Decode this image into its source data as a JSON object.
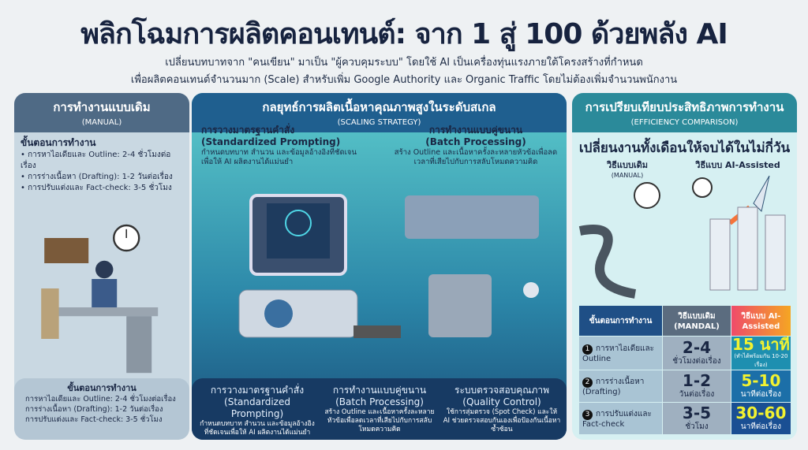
{
  "header": {
    "title": "พลิกโฉมการผลิตคอนเทนต์: จาก 1 สู่ 100 ด้วยพลัง AI",
    "subtitle_1": "เปลี่ยนบทบาทจาก \"คนเขียน\" มาเป็น \"ผู้ควบคุมระบบ\" โดยใช้ AI เป็นเครื่องทุ่นแรงภายใต้โครงสร้างที่กำหนด",
    "subtitle_2": "เพื่อผลิตคอนเทนต์จำนวนมาก (Scale) สำหรับเพิ่ม Google Authority และ Organic Traffic โดยไม่ต้องเพิ่มจำนวนพนักงาน"
  },
  "left": {
    "title": "การทำงานแบบเดิม",
    "subtitle": "(MANUAL)",
    "steps_title": "ขั้นตอนการทำงาน",
    "steps": [
      "• การหาไอเดียและ Outline: 2-4 ชั่วโมงต่อเรื่อง",
      "• การร่างเนื้อหา (Drafting): 1-2 วันต่อเรื่อง",
      "• การปรับแต่งและ Fact-check: 3-5 ชั่วโมง"
    ],
    "bottom_title": "ขั้นตอนการทำงาน",
    "bottom_steps": [
      "การหาไอเดียและ Outline: 2-4 ชั่วโมงต่อเรื่อง",
      "การร่างเนื้อหา (Drafting): 1-2 วันต่อเรื่อง",
      "การปรับแต่งและ Fact-check: 3-5 ชั่วโมง"
    ]
  },
  "mid": {
    "title": "กลยุทธ์การผลิตเนื้อหาคุณภาพสูงในระดับสเกล",
    "subtitle": "(SCALING STRATEGY)",
    "top": [
      {
        "h1": "การวางมาตรฐานคำสั่ง",
        "h2": "(Standardized Prompting)",
        "d": "กำหนดบทบาท สำนวน และข้อมูลอ้างอิงที่ชัดเจนเพื่อให้ AI ผลิตงานได้แม่นยำ"
      },
      {
        "h1": "การทำงานแบบคู่ขนาน",
        "h2": "(Batch Processing)",
        "d": "สร้าง Outline และเนื้อหาครั้งละหลายหัวข้อเพื่อลดเวลาที่เสียไปกับการสลับโหมดความคิด"
      }
    ],
    "bottom": [
      {
        "h1": "การวางมาตรฐานคำสั่ง",
        "h2": "(Standardized Prompting)",
        "d": "กำหนดบทบาท สำนวน และข้อมูลอ้างอิงที่ชัดเจนเพื่อให้ AI ผลิตงานได้แม่นยำ"
      },
      {
        "h1": "การทำงานแบบคู่ขนาน",
        "h2": "(Batch Processing)",
        "d": "สร้าง Outline และเนื้อหาครั้งละหลายหัวข้อเพื่อลดเวลาที่เสียไปกับการสลับโหมดความคิด"
      },
      {
        "h1": "ระบบตรวจสอบคุณภาพ",
        "h2": "(Quality Control)",
        "d": "ใช้การสุ่มตรวจ (Spot Check) และให้ AI ช่วยตรวจสอบกันเองเพื่อป้องกันเนื้อหาซ้ำซ้อน"
      }
    ]
  },
  "right": {
    "title": "การเปรียบเทียบประสิทธิภาพการทำงาน",
    "subtitle": "(EFFICIENCY COMPARISON)",
    "headline": "เปลี่ยนงานทั้งเดือนให้จบได้ในไม่กี่วัน",
    "manual_label": "วิธีแบบเดิม",
    "manual_sub": "(MANUAL)",
    "ai_label": "วิธีแบบ AI-Assisted",
    "table": {
      "headers": [
        "ขั้นตอนการทำงาน",
        "วิธีแบบเดิม (MANDAL)",
        "วิธีแบบ AI-Assisted"
      ],
      "rows": [
        {
          "n": "1",
          "step": "การหาไอเดียและ Outline",
          "manual": "2-4",
          "manual_unit": "ชั่วโมงต่อเรื่อง",
          "ai": "15 นาที",
          "ai_unit": "(ทำได้พร้อมกัน 10-20 เรื่อง)"
        },
        {
          "n": "2",
          "step": "การร่างเนื้อหา (Drafting)",
          "manual": "1-2",
          "manual_unit": "วันต่อเรื่อง",
          "ai": "5-10",
          "ai_unit": "นาทีต่อเรื่อง"
        },
        {
          "n": "3",
          "step": "การปรับแต่งและ Fact-check",
          "manual": "3-5",
          "manual_unit": "ชั่วโมง",
          "ai": "30-60",
          "ai_unit": "นาทีต่อเรื่อง"
        }
      ]
    }
  }
}
